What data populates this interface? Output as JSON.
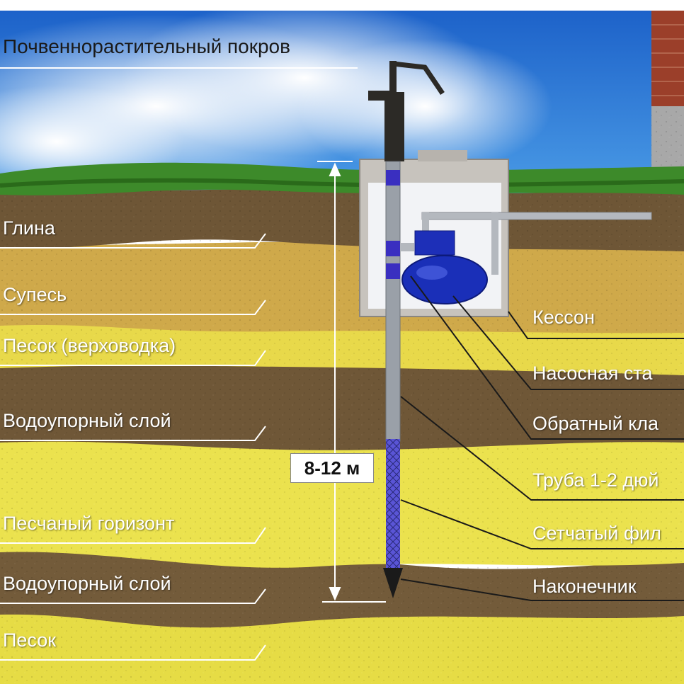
{
  "top_label": "Почвенно­растительный покров",
  "layers_left": [
    "Глина",
    "Супесь",
    "Песок (верховодка)",
    "Водоупорный слой",
    "Песчаный горизонт",
    "Водоупорный слой",
    "Песок"
  ],
  "components_right": [
    "Кессон",
    "Насосная ста",
    "Обратный кла",
    "Труба 1-2 дюй",
    "Сетчатый фил",
    "Наконечник"
  ],
  "depth_label": "8-12 м",
  "colors": {
    "sky": "#1f6fd0",
    "grass": "#3d8a2a",
    "soil_dark": "#6e5636",
    "sand_yellow": "#e9e04a",
    "sandy_loam": "#c9a546",
    "pump_blue": "#1a2fb8",
    "pipe_gray": "#9aa0a8",
    "filter_blue": "#5a55d6"
  }
}
